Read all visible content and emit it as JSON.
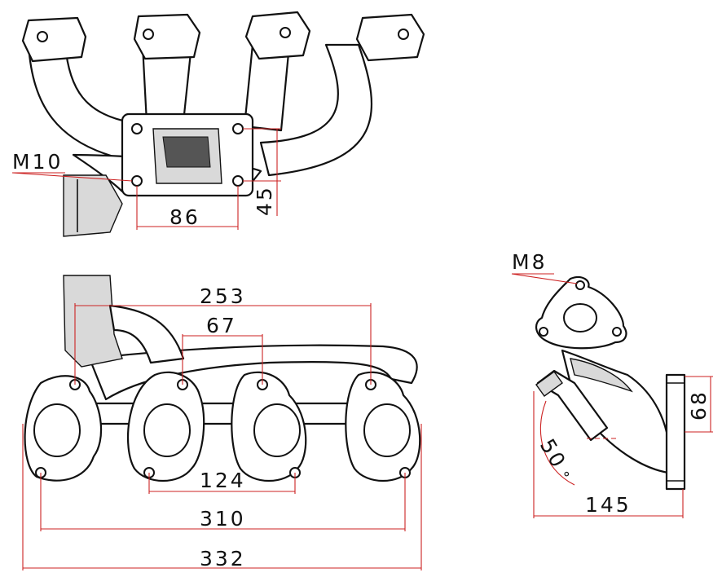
{
  "dimensions": {
    "top_thread": "M10",
    "flange_width": "86",
    "flange_height": "45",
    "overall_253": "253",
    "port_pitch_67": "67",
    "bolt_spacing_124": "124",
    "bolt_spacing_310": "310",
    "overall_332": "332",
    "side_thread": "M8",
    "side_height": "68",
    "side_length": "145",
    "angle": "50",
    "angle_unit": "°"
  },
  "colors": {
    "dimension_lines": "#cc2222",
    "outline": "#111111",
    "background": "#ffffff"
  }
}
